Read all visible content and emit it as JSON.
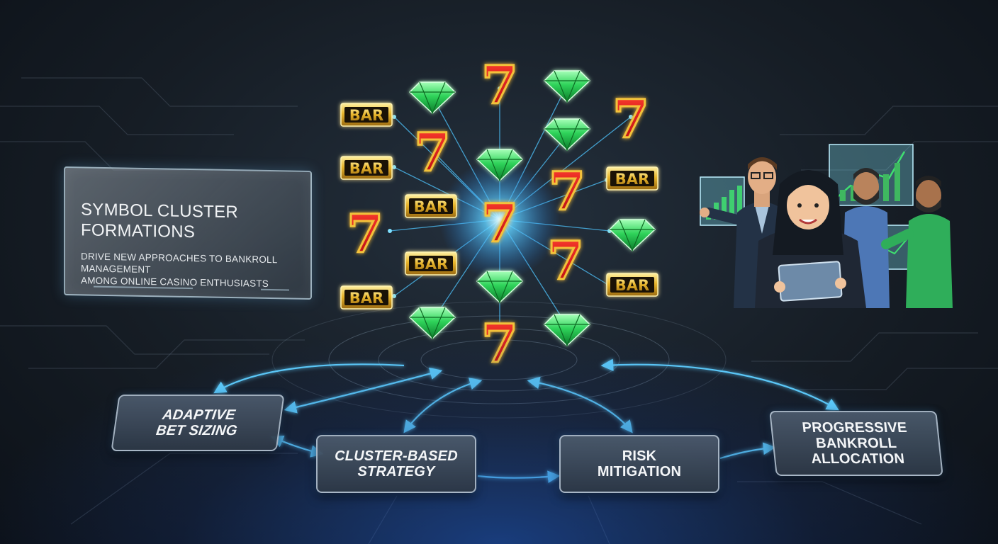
{
  "title_panel": {
    "title": "SYMBOL CLUSTER\nFORMATIONS",
    "title_line1": "SYMBOL CLUSTER",
    "title_line2": "FORMATIONS",
    "subtitle_line1": "DRIVE NEW APPROACHES TO BANKROLL MANAGEMENT",
    "subtitle_line2": "AMONG ONLINE CASINO ENTHUSIASTS"
  },
  "symbols": {
    "bar_label": "BAR",
    "seven_label": "7"
  },
  "flow_nodes": [
    {
      "id": "adaptive",
      "label": "ADAPTIVE\nBET SIZING"
    },
    {
      "id": "cluster",
      "label": "CLUSTER-BASED\nSTRATEGY"
    },
    {
      "id": "risk",
      "label": "RISK\nMITIGATION"
    },
    {
      "id": "progressive",
      "label": "PROGRESSIVE\nBANKROLL\nALLOCATION"
    }
  ],
  "colors": {
    "seven_red": "#e0141a",
    "seven_outline": "#f2c23a",
    "bar_gold": "#e8b52c",
    "gem_green": "#2fd35a",
    "glow_blue": "#4fc6ff",
    "node_bg": "#3e4b5b"
  }
}
